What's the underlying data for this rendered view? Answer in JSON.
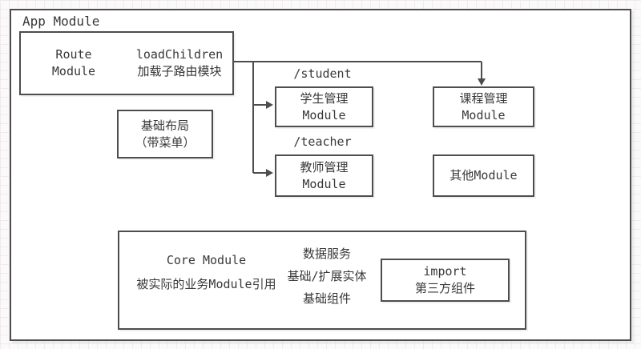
{
  "colors": {
    "border": "#4d4d4d",
    "text": "#383838",
    "node_fill": "#ffffff",
    "grid_line": "#f1ebeb"
  },
  "app_module": {
    "label": "App Module"
  },
  "nodes": {
    "route_module": {
      "left_line1": "Route",
      "left_line2": "Module",
      "right_line1": "loadChildren",
      "right_line2": "加载子路由模块"
    },
    "base_layout": {
      "line1": "基础布局",
      "line2": "（带菜单）"
    },
    "student_module": {
      "line1": "学生管理",
      "line2": "Module"
    },
    "teacher_module": {
      "line1": "教师管理",
      "line2": "Module"
    },
    "course_module": {
      "line1": "课程管理",
      "line2": "Module"
    },
    "other_module": {
      "label": "其他Module"
    },
    "core_module": {
      "title": "Core Module",
      "subtitle": "被实际的业务Module引用",
      "items": [
        "数据服务",
        "基础/扩展实体",
        "基础组件"
      ],
      "import_box": {
        "line1": "import",
        "line2": "第三方组件"
      }
    }
  },
  "routes": {
    "student": "/student",
    "teacher": "/teacher"
  }
}
